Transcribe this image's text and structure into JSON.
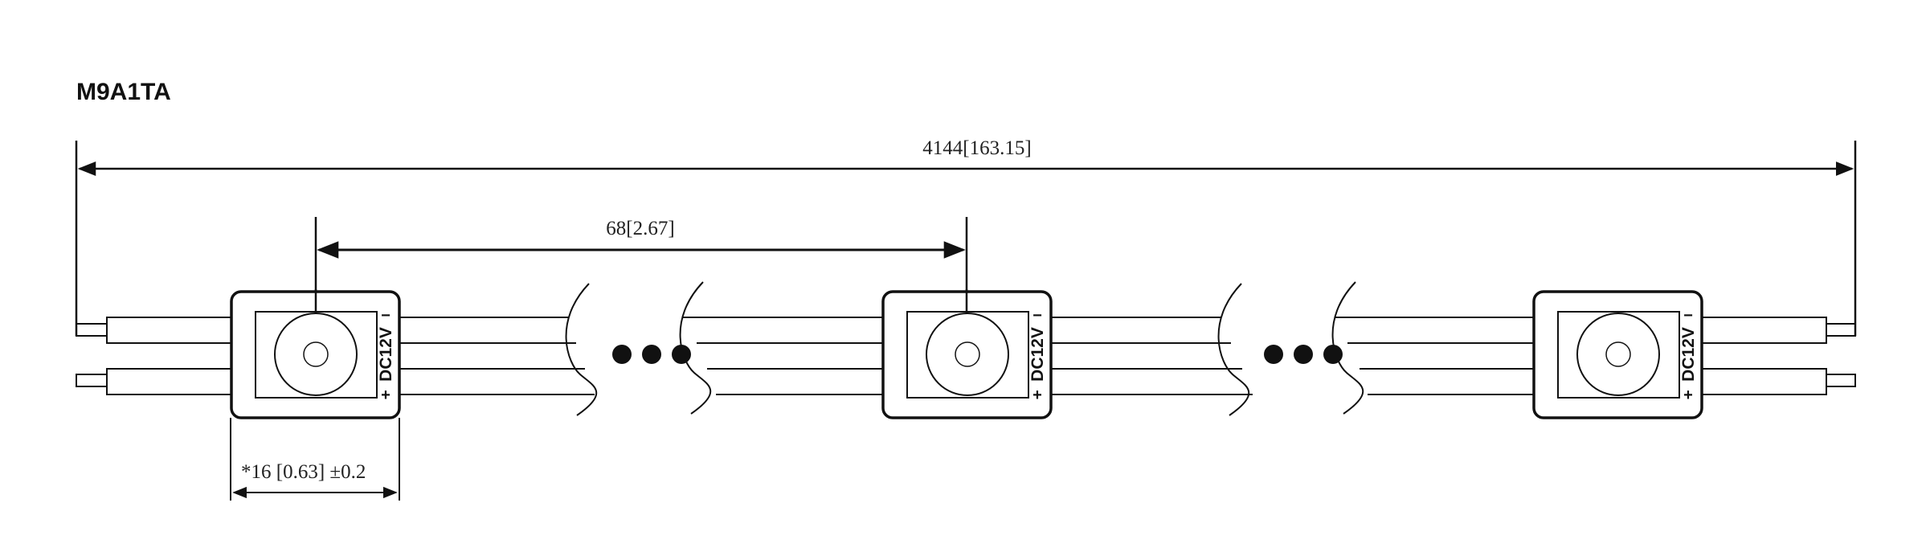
{
  "title": "M9A1TA",
  "dimensions": {
    "overall": "4144[163.15]",
    "pitch": "68[2.67]",
    "module_width": "*16 [0.63] ±0.2"
  },
  "module": {
    "voltage_label": "DC12V",
    "minus_symbol": "−",
    "plus_symbol": "+"
  },
  "module_count_shown": 3,
  "continuation_marks": 2
}
